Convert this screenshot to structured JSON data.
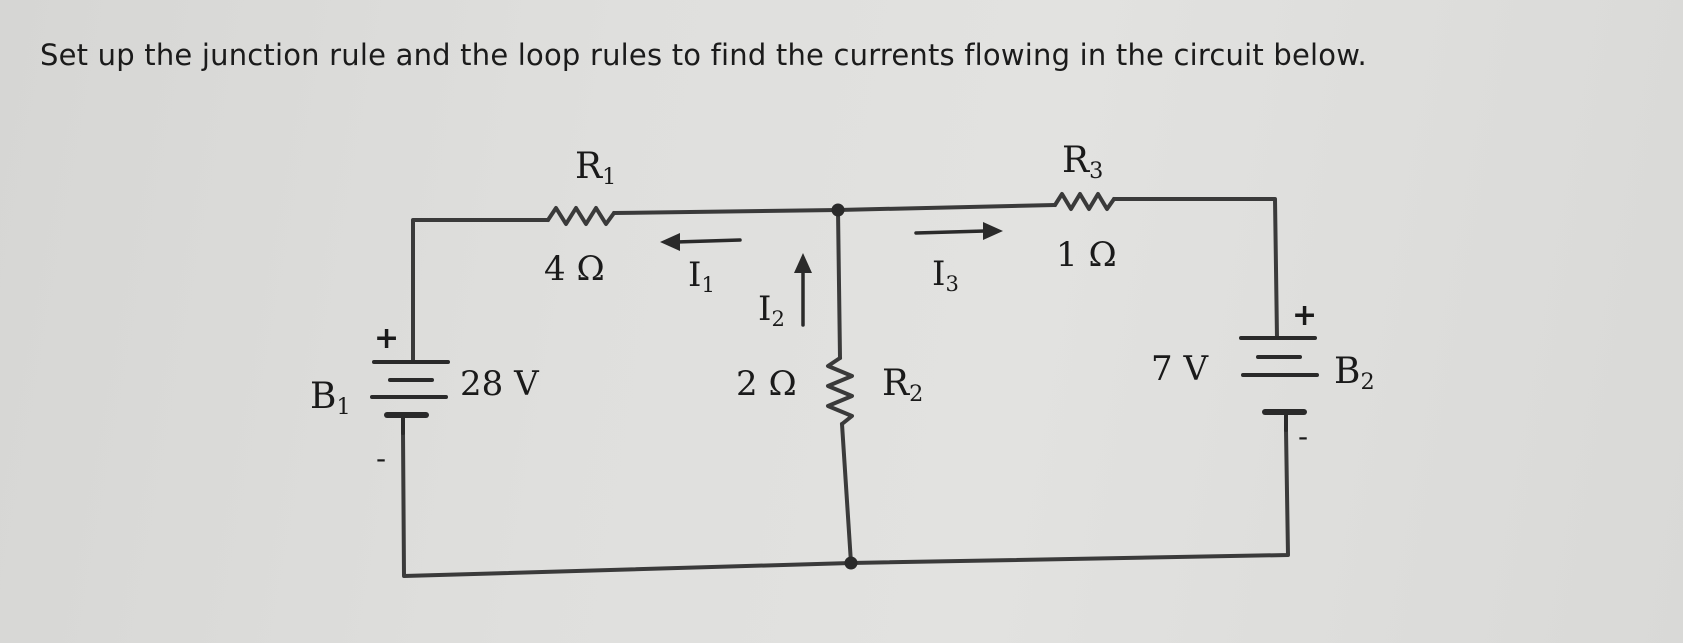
{
  "question": "Set up the junction rule and the loop rules to find the currents flowing in the circuit below.",
  "circuit": {
    "battery_left": {
      "name_main": "B",
      "name_sub": "1",
      "voltage": "28 V",
      "plus": "+",
      "minus": "-"
    },
    "battery_right": {
      "name_main": "B",
      "name_sub": "2",
      "voltage": "7 V",
      "plus": "+",
      "minus": "-"
    },
    "resistor_1": {
      "name_main": "R",
      "name_sub": "1",
      "value": "4 Ω"
    },
    "resistor_2": {
      "name_main": "R",
      "name_sub": "2",
      "value": "2 Ω"
    },
    "resistor_3": {
      "name_main": "R",
      "name_sub": "3",
      "value": "1 Ω"
    },
    "current_1": {
      "name_main": "I",
      "name_sub": "1",
      "direction": "left"
    },
    "current_2": {
      "name_main": "I",
      "name_sub": "2",
      "direction": "up"
    },
    "current_3": {
      "name_main": "I",
      "name_sub": "3",
      "direction": "right"
    },
    "wire_color": "#3a3a3a",
    "text_color": "#1a1a1a"
  }
}
